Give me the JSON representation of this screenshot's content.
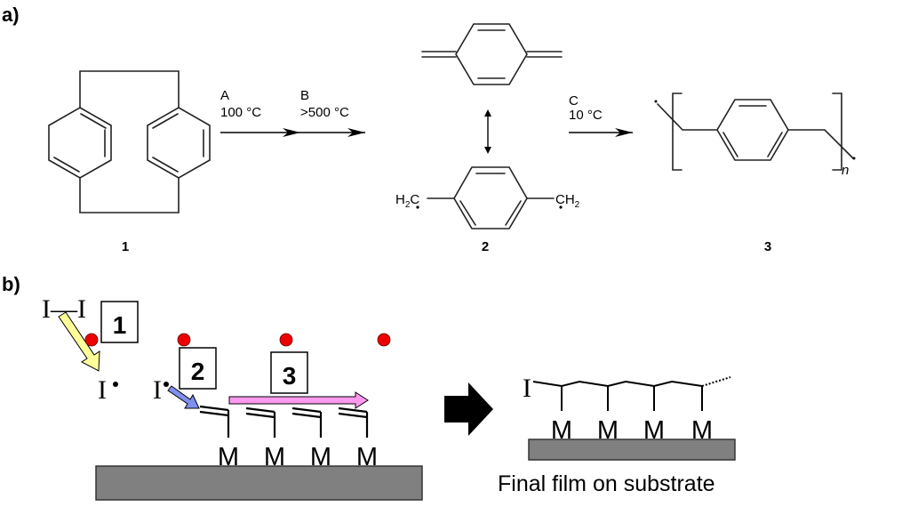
{
  "panel_a": {
    "label": "a)",
    "compound_1_label": "1",
    "compound_2_label": "2",
    "compound_3_label": "3",
    "step_A": {
      "letter": "A",
      "condition": "100 °C"
    },
    "step_B": {
      "letter": "B",
      "condition": ">500 °C"
    },
    "step_C": {
      "letter": "C",
      "condition": "10 °C"
    },
    "radical_left": {
      "main": "H",
      "sub": "2",
      "tail": "C"
    },
    "radical_right": {
      "main": "CH",
      "sub": "2"
    },
    "repeat_subscript": "n"
  },
  "panel_b": {
    "label": "b)",
    "initiator": "I—I",
    "radical_iodine_1": "I",
    "radical_iodine_2": "I",
    "steps": [
      "1",
      "2",
      "3"
    ],
    "monomer_anchor": "M",
    "monomer_count": 4,
    "final_chain_start": "I",
    "final_caption": "Final film on substrate",
    "colors": {
      "radical_dot": "#ee0000",
      "initiation_arrow": "#ffff99",
      "addition_arrow": "#7f8fef",
      "propagation_arrow": "#ff99ee",
      "substrate": "#808080",
      "transition_arrow": "#000000"
    }
  }
}
